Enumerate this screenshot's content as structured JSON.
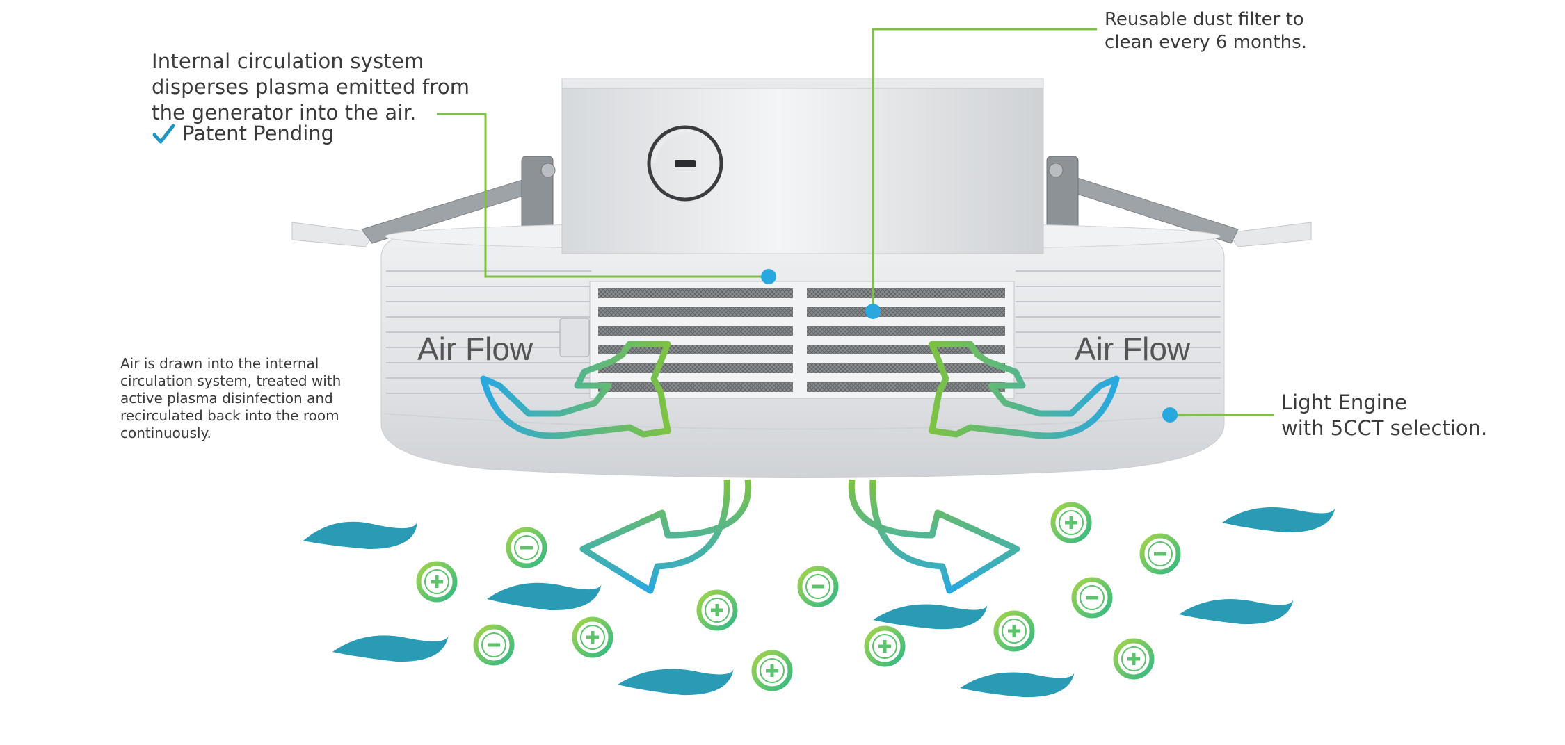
{
  "callouts": {
    "internal_circulation": "Internal circulation system\ndisperses plasma emitted from\nthe generator into the air.",
    "patent": "Patent Pending",
    "filter": "Reusable dust filter to\nclean every 6 months.",
    "air_drawn": "Air is drawn into the internal\ncirculation system, treated with\nactive plasma disinfection and\nrecirculated back into the room\ncontinuously.",
    "light_engine": "Light Engine\nwith 5CCT selection."
  },
  "airflow_labels": {
    "left": "Air Flow",
    "right": "Air Flow"
  },
  "ion_symbols": {
    "plus": "+",
    "minus": "−"
  },
  "colors": {
    "leader_green": "#7dc242",
    "leader_blue": "#29a8e0",
    "wave_teal": "#2a9bb5",
    "ion_green": "#5cc26c",
    "device_grey": "#e3e5e8"
  },
  "icons": {
    "check": "check-icon",
    "plus_ion": "plus-ion-icon",
    "minus_ion": "minus-ion-icon"
  }
}
